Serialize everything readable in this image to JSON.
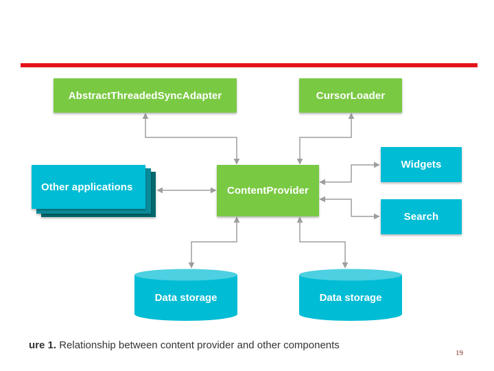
{
  "nodes": {
    "sync_adapter": "AbstractThreadedSyncAdapter",
    "cursor_loader": "CursorLoader",
    "other_apps": "Other applications",
    "content_provider": "ContentProvider",
    "widgets": "Widgets",
    "search": "Search",
    "storage_left": "Data storage",
    "storage_right": "Data storage"
  },
  "caption": {
    "prefix": "ure 1.",
    "text": " Relationship between content provider and other components"
  },
  "page_number": "19",
  "colors": {
    "rule": "#e5141b",
    "green_node": "#7ac943",
    "cyan_node": "#00bcd4",
    "connector": "#9e9e9e"
  }
}
